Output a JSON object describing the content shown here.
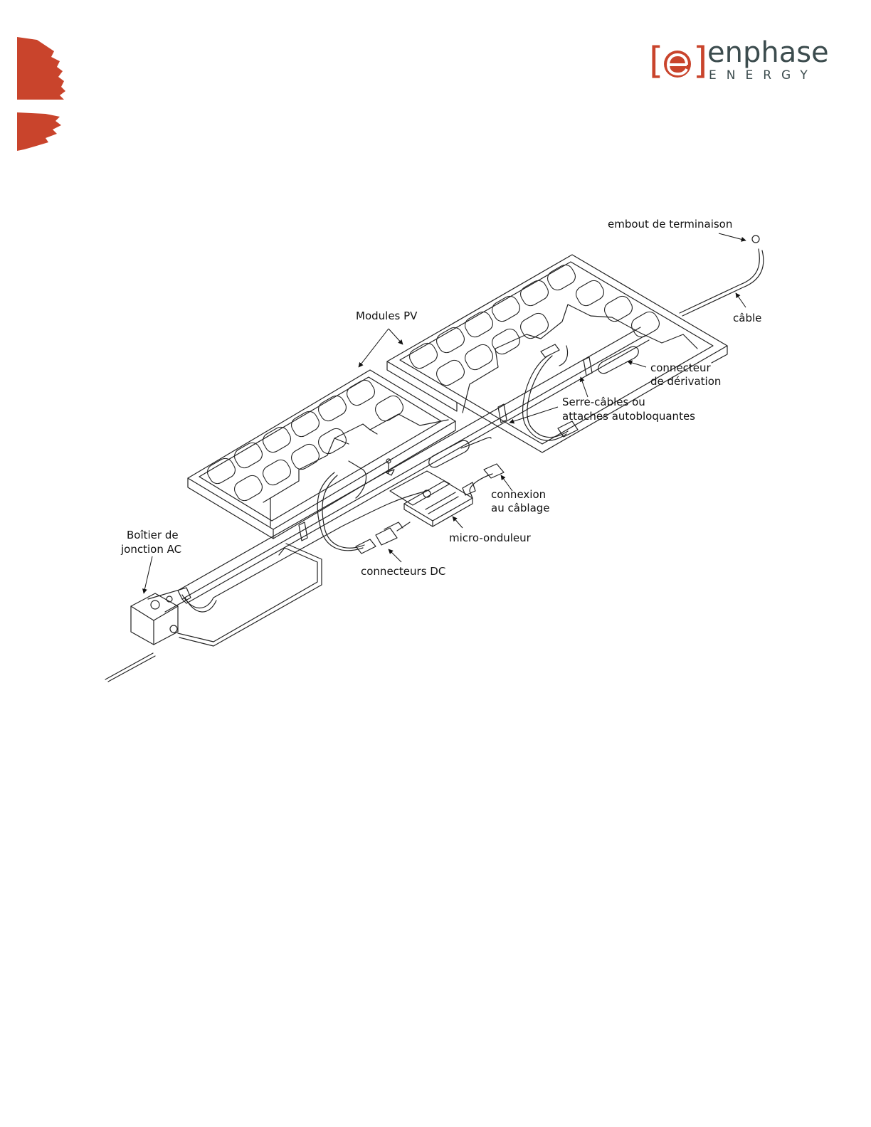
{
  "logo": {
    "letter": "e",
    "bracket_open": "[",
    "bracket_close": "]",
    "wordmark": "enphase",
    "subtitle": "ENERGY",
    "brand_color": "#c9442c",
    "text_color": "#3c4c4e"
  },
  "diagram": {
    "labels": {
      "embout": "embout de terminaison",
      "cable": "câble",
      "modules": "Modules PV",
      "derivation_1": "connecteur",
      "derivation_2": "de dérivation",
      "serre_1": "Serre-câbles ou",
      "serre_2": "attaches autobloquantes",
      "connexion_1": "connexion",
      "connexion_2": "au câblage",
      "micro": "micro-onduleur",
      "boitier_1": "Boîtier de",
      "boitier_2": "jonction AC",
      "dc": "connecteurs DC"
    }
  }
}
